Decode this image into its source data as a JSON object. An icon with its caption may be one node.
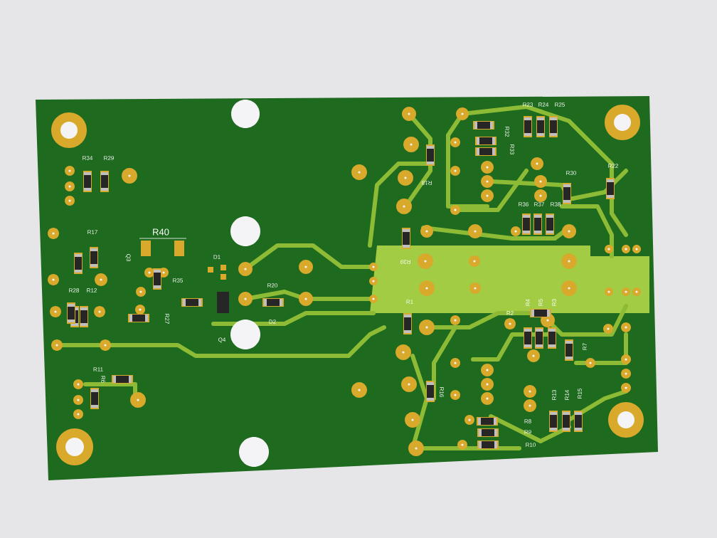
{
  "diagram": {
    "labels": [
      "R23",
      "R24",
      "R25",
      "R32",
      "R33",
      "R34",
      "R29",
      "R22",
      "R30",
      "R18",
      "R36",
      "R37",
      "R38",
      "R40",
      "R17",
      "Q3",
      "D1",
      "R39",
      "R35",
      "R20",
      "R28",
      "R12",
      "R1",
      "R4",
      "R5",
      "R3",
      "R2",
      "R27",
      "D2",
      "Q4",
      "R7",
      "R11",
      "R6",
      "R16",
      "R13",
      "R14",
      "R15",
      "R8",
      "R9",
      "R10"
    ]
  }
}
